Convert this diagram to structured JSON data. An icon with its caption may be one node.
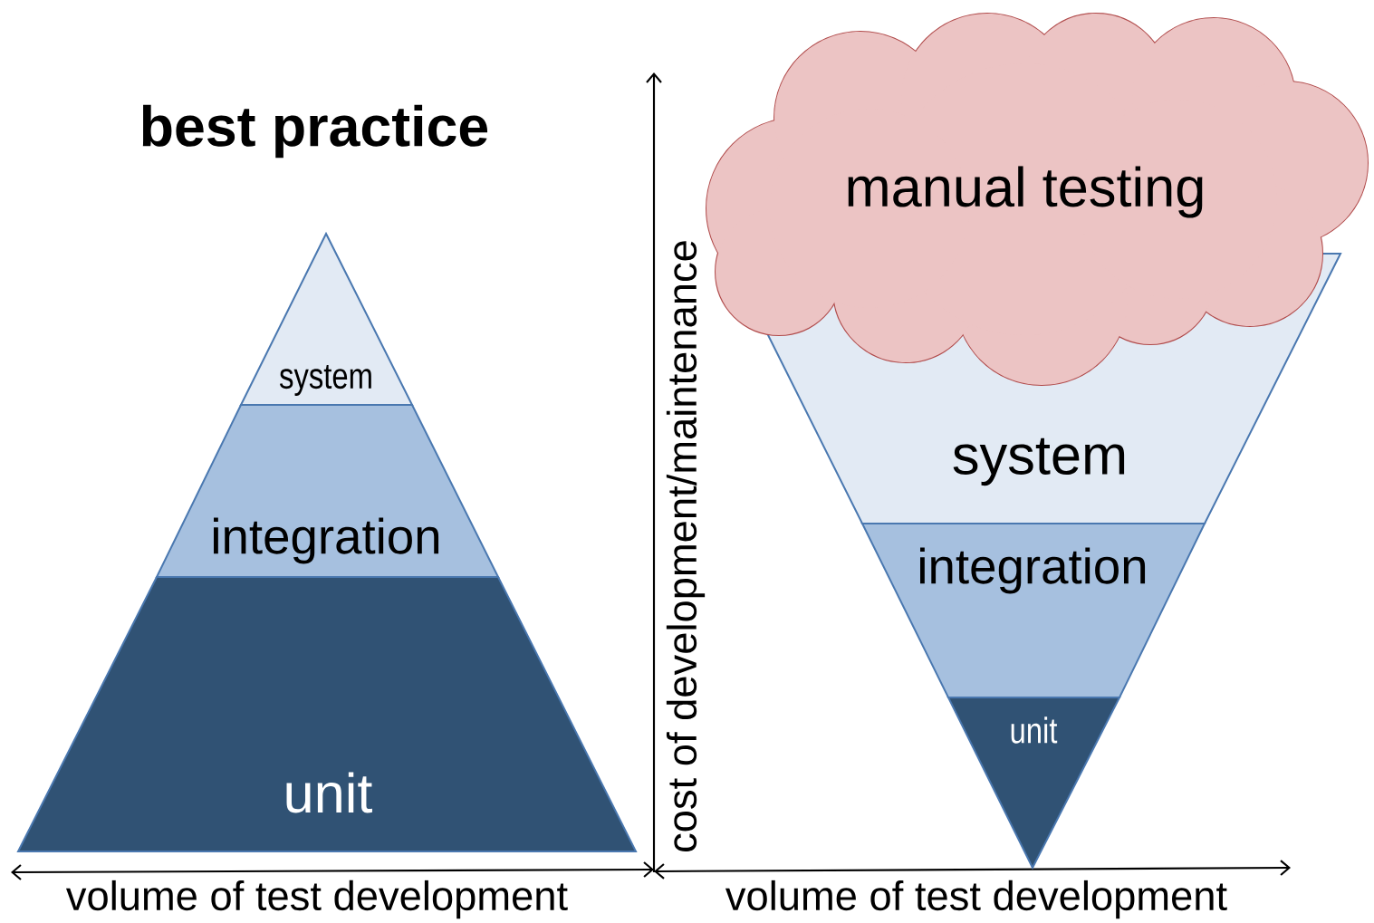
{
  "diagram": {
    "title": "best practice",
    "nodes": [
      {
        "text": [
          "system"
        ]
      },
      {
        "text": [
          "integration"
        ]
      },
      {
        "text": [
          "unit"
        ]
      },
      {
        "text": [
          "manual testing"
        ]
      },
      {
        "text": [
          "system"
        ]
      },
      {
        "text": [
          "integration"
        ]
      },
      {
        "text": [
          "unit"
        ]
      }
    ],
    "labels": [
      "volume of test development",
      "cost of development/maintenance",
      "volume of test development"
    ]
  }
}
